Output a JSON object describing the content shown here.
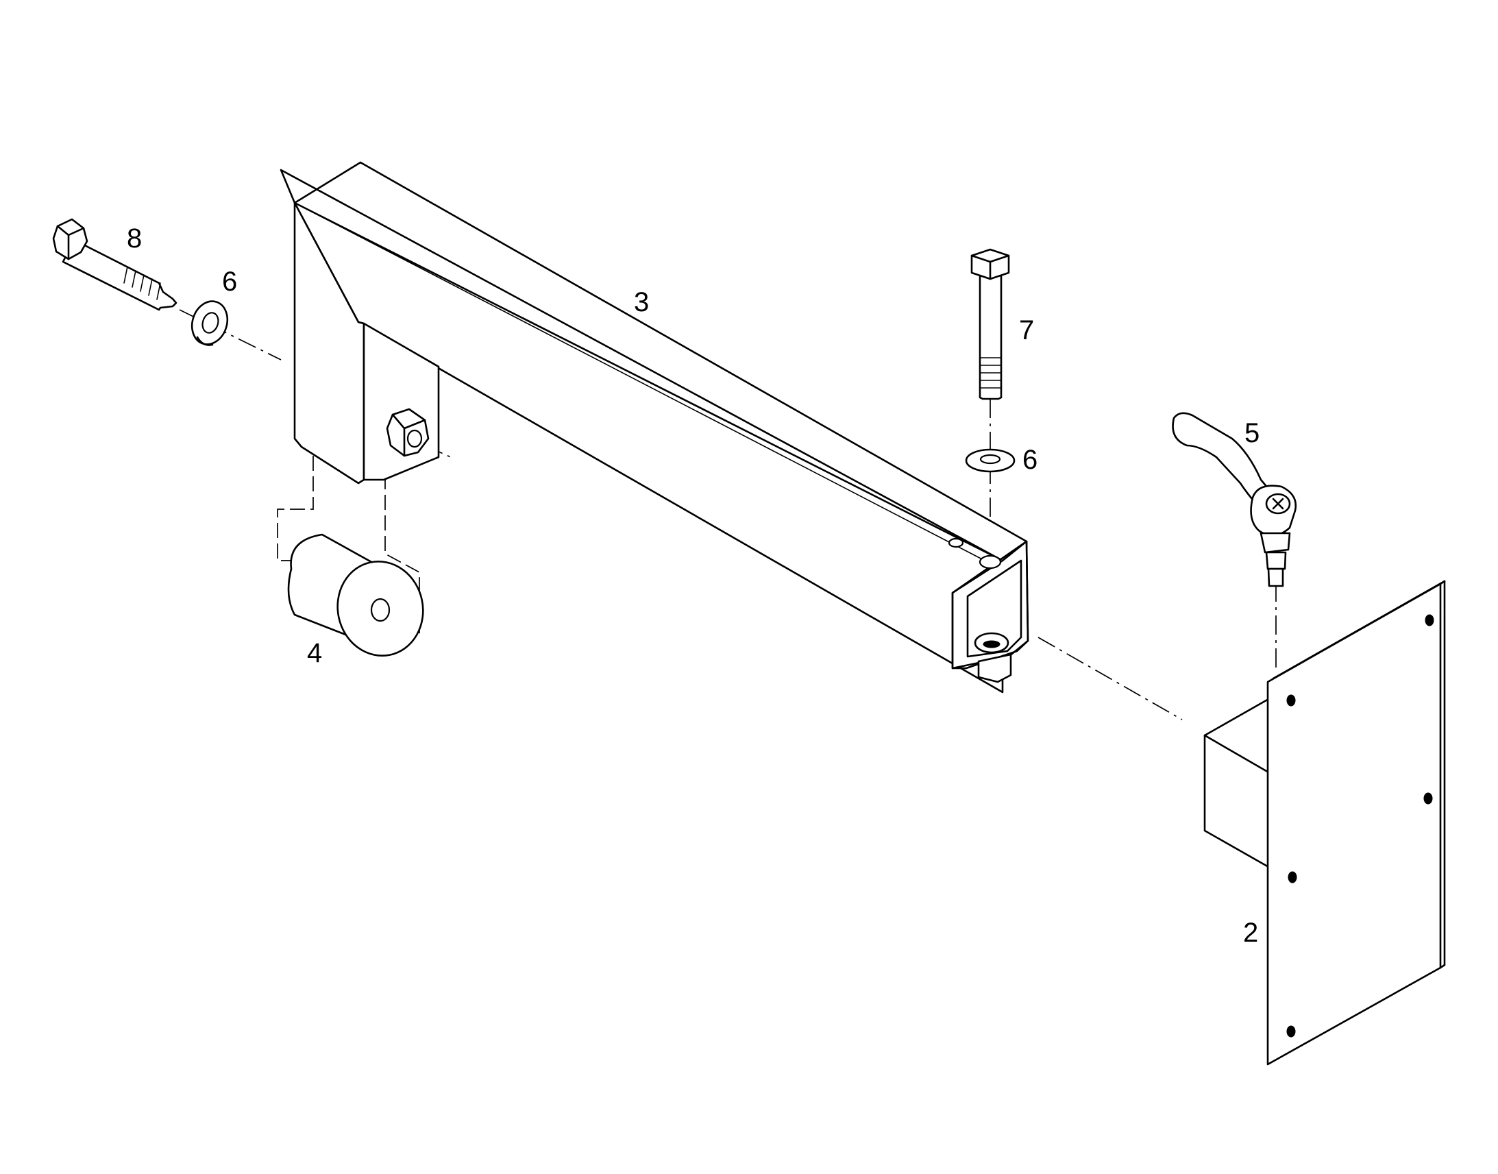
{
  "diagram": {
    "type": "exploded-parts-view",
    "callouts": {
      "plate": "2",
      "arm": "3",
      "bumper": "4",
      "lever": "5",
      "washer_left": "6",
      "washer_right": "6",
      "bolt_vertical": "7",
      "bolt_horizontal": "8"
    }
  }
}
